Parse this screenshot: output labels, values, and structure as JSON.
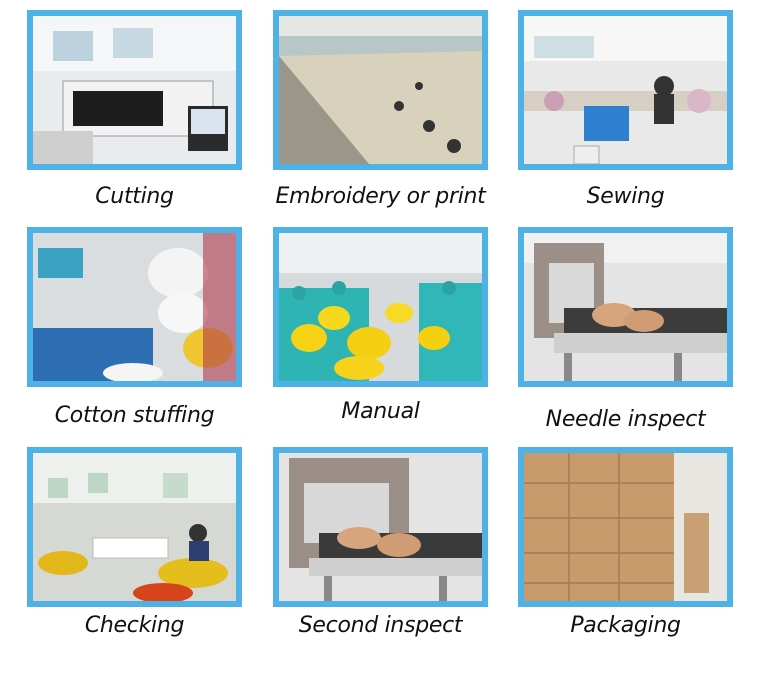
{
  "steps": [
    {
      "label": "Cutting"
    },
    {
      "label": "Embroidery or print"
    },
    {
      "label": "Sewing"
    },
    {
      "label": "Cotton stuffing"
    },
    {
      "label": "Manual"
    },
    {
      "label": "Needle inspect"
    },
    {
      "label": "Checking"
    },
    {
      "label": "Second inspect"
    },
    {
      "label": "Packaging"
    }
  ],
  "colors": {
    "frame": "#4fb2e6"
  }
}
